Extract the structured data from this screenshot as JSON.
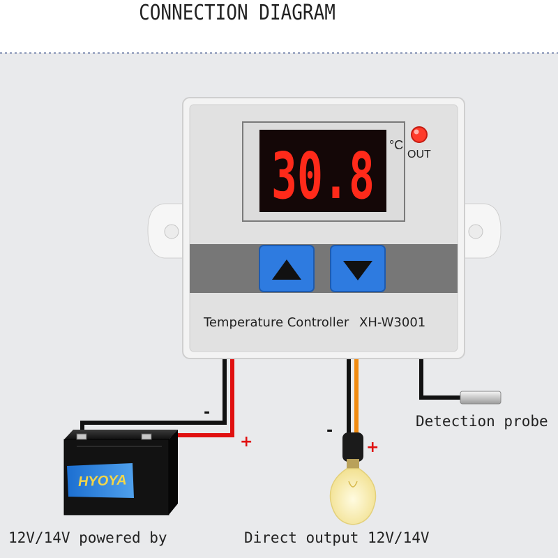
{
  "title": "CONNECTION DIAGRAM",
  "controller": {
    "display_value": "30.8",
    "unit": "°C",
    "out_label": "OUT",
    "name": "Temperature Controller",
    "model": "XH-W3001"
  },
  "battery": {
    "brand": "HYOYA",
    "minus_sign": "-",
    "plus_sign": "+",
    "caption": "12V/14V powered by"
  },
  "lamp": {
    "minus_sign": "-",
    "plus_sign": "+",
    "caption": "Direct output 12V/14V"
  },
  "probe": {
    "caption": "Detection probe"
  },
  "colors": {
    "background": "#e9eaec",
    "display_digits": "#ff2a1a",
    "button_blue": "#2e7be0",
    "wire_red": "#e01010",
    "wire_orange": "#f08a10"
  }
}
